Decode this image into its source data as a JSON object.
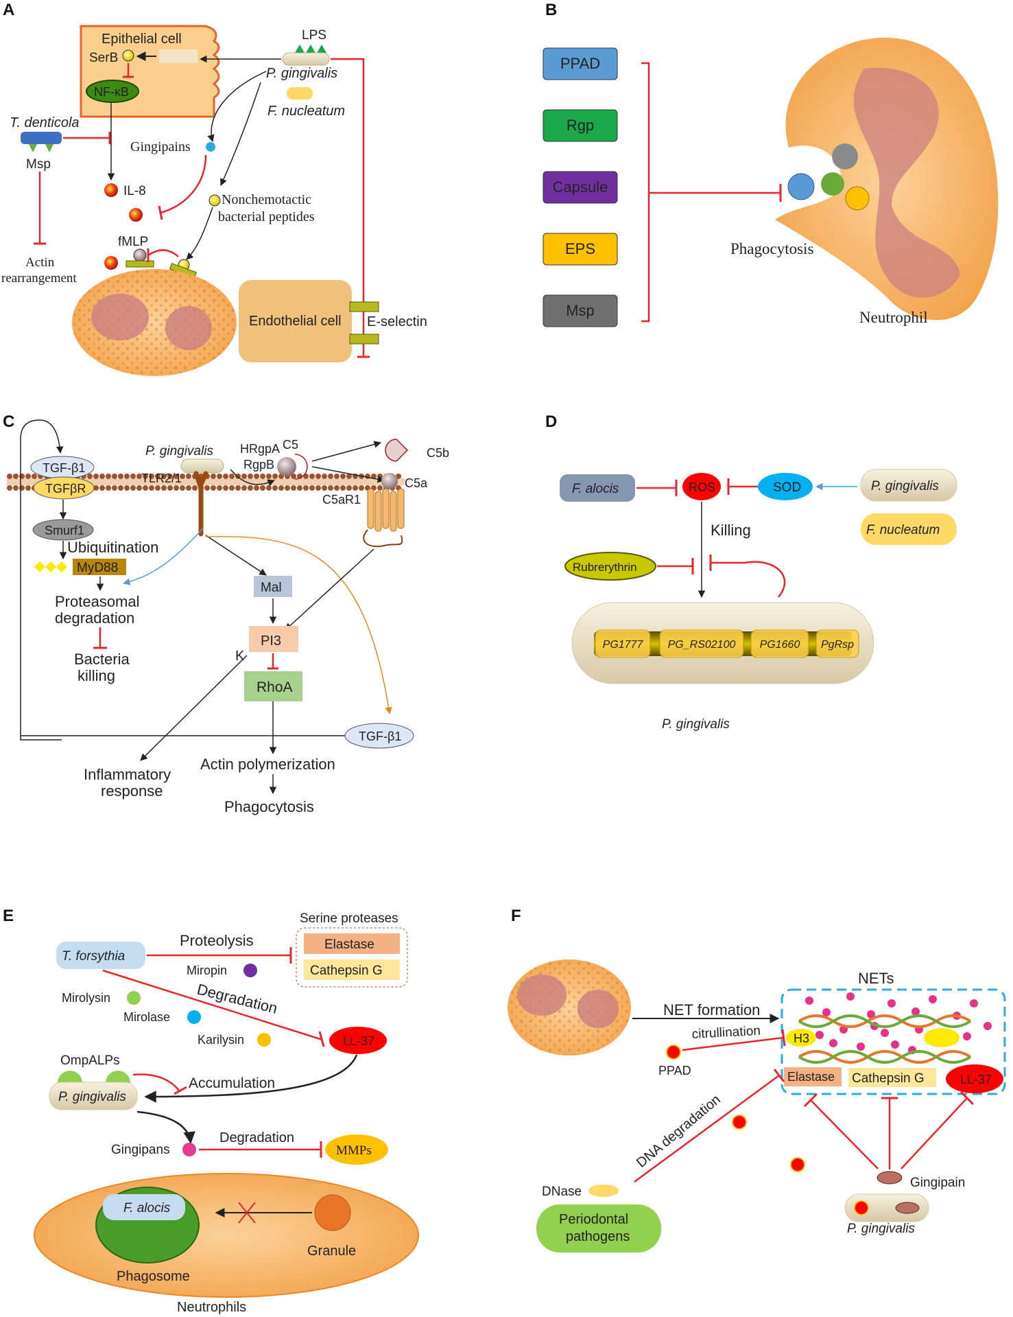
{
  "panels": {
    "A": "A",
    "B": "B",
    "C": "C",
    "D": "D",
    "E": "E",
    "F": "F"
  },
  "panel_a": {
    "epithelial_cell": "Epithelial cell",
    "serb": "SerB",
    "lps": "LPS",
    "nfkb": "NF-κB",
    "p_gingivalis": "P. gingivalis",
    "f_nucleatum": "F. nucleatum",
    "t_denticola": "T. denticola",
    "msp": "Msp",
    "gingipains": "Gingipains",
    "il8": "IL-8",
    "nonchemotactic_1": "Nonchemotactic",
    "nonchemotactic_2": "bacterial peptides",
    "fmlp": "fMLP",
    "actin_1": "Actin",
    "actin_2": "rearrangement",
    "endothelial_cell": "Endothelial cell",
    "e_selectin": "E-selectin"
  },
  "panel_b": {
    "factors": [
      {
        "label": "PPAD",
        "color": "#5b9bd5"
      },
      {
        "label": "Rgp",
        "color": "#1aa84b"
      },
      {
        "label": "Capsule",
        "color": "#7030a0"
      },
      {
        "label": "EPS",
        "color": "#ffc000"
      },
      {
        "label": "Msp",
        "color": "#707070"
      }
    ],
    "phagocytosis": "Phagocytosis",
    "neutrophil": "Neutrophil"
  },
  "panel_c": {
    "tgfb1_top": "TGF-β1",
    "tgfbr": "TGFβR",
    "p_gingivalis": "P. gingivalis",
    "tlr": "TLR2/1",
    "hrgpa": "HRgpA",
    "rgpb": "RgpB",
    "c5": "C5",
    "c5b": "C5b",
    "c5a": "C5a",
    "c5ar1": "C5aR1",
    "smurf1": "Smurf1",
    "ubiquitination": "Ubiquitination",
    "myd88": "MyD88",
    "mal": "Mal",
    "proteasomal_1": "Proteasomal",
    "proteasomal_2": "degradation",
    "pi3": "PI3",
    "k": "K",
    "rhoa": "RhoA",
    "bacteria_1": "Bacteria",
    "bacteria_2": "killing",
    "tgfb1_bottom": "TGF-β1",
    "inflammatory_1": "Inflammatory",
    "inflammatory_2": "response",
    "actin_poly": "Actin polymerization",
    "phagocytosis": "Phagocytosis"
  },
  "panel_d": {
    "f_alocis": "F. alocis",
    "ros": "ROS",
    "sod": "SOD",
    "p_gingivalis": "P. gingivalis",
    "f_nucleatum": "F. nucleatum",
    "killing": "Killing",
    "rubrerythrin": "Rubrerythrin",
    "genes": [
      "PG1777",
      "PG_RS02100",
      "PG1660",
      "PgRsp"
    ],
    "p_gingivalis_bottom": "P. gingivalis"
  },
  "panel_e": {
    "serine_proteases": "Serine proteases",
    "t_forsythia": "T. forsythia",
    "proteolysis": "Proteolysis",
    "elastase": "Elastase",
    "cathepsin": "Cathepsin G",
    "miropin": "Miropin",
    "degradation1": "Degradation",
    "mirolysin": "Mirolysin",
    "mirolase": "Mirolase",
    "karilysin": "Karilysin",
    "ll37": "LL-37",
    "ompalps": "OmpALPs",
    "accumulation": "Accumulation",
    "p_gingivalis": "P. gingivalis",
    "gingipans": "Gingipans",
    "degradation2": "Degradation",
    "mmps": "MMPs",
    "f_alocis": "F. alocis",
    "granule": "Granule",
    "phagosome": "Phagosome",
    "neutrophils": "Neutrophils"
  },
  "panel_f": {
    "nets": "NETs",
    "net_formation": "NET formation",
    "citrullination": "citrullination",
    "h3": "H3",
    "ppad": "PPAD",
    "elastase": "Elastase",
    "cathepsin": "Cathepsin G",
    "ll37": "LL-37",
    "dna_degradation": "DNA degradation",
    "dnase": "DNase",
    "periodontal_1": "Periodontal",
    "periodontal_2": "pathogens",
    "gingipain": "Gingipain",
    "p_gingivalis": "P. gingivalis"
  },
  "colors": {
    "inhibit": "#e8252a",
    "activate": "#222222",
    "netbox": "#29abe2"
  }
}
